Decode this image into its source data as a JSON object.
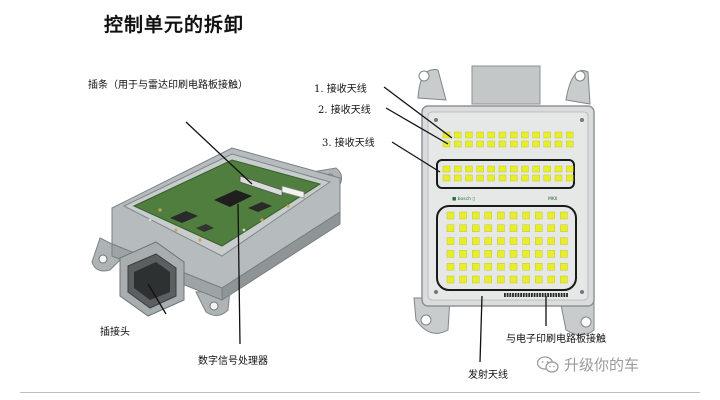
{
  "title": "控制单元的拆卸",
  "labels": {
    "connector_strip": "插条（用于与雷达印刷电路板接触）",
    "plug_connector": "插接头",
    "dsp": "数字信号处理器",
    "rx1": "1. 接收天线",
    "rx2": "2. 接收天线",
    "rx3": "3. 接收天线",
    "pcb_contact": "与电子印刷电路板接触",
    "tx": "发射天线"
  },
  "watermark": {
    "text": "升级你的车",
    "icon": "wechat-icon"
  },
  "colors": {
    "antenna_patch": "#e8ef2a",
    "board": "#4f7e3e",
    "housing": "#b6bcbd"
  }
}
